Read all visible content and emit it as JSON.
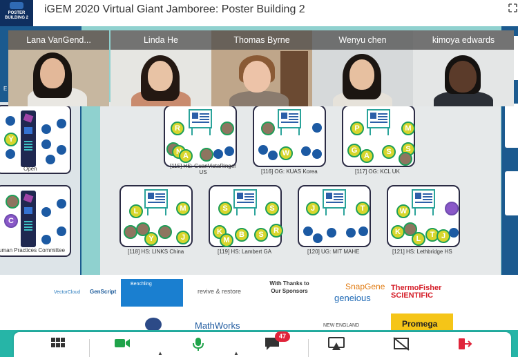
{
  "header": {
    "logo_text": "POSTER BUILDING 2",
    "title": "iGEM 2020 Virtual Giant Jamboree: Poster Building 2"
  },
  "participants": [
    {
      "name": "Lana VanGend..."
    },
    {
      "name": "Linda He"
    },
    {
      "name": "Thomas Byrne"
    },
    {
      "name": "Wenyu chen"
    },
    {
      "name": "kimoya edwards"
    }
  ],
  "left_panels": [
    {
      "label": "Open",
      "avatars": [
        "Y"
      ]
    },
    {
      "label": "uman Practices Committee",
      "avatars": [
        "C"
      ]
    }
  ],
  "left_partial_label": "E",
  "tables": [
    {
      "label": "[115] HS: GuanVistaRinger\nUS",
      "avatars": [
        "R",
        "N",
        "A"
      ]
    },
    {
      "label": "[116] OG: KUAS Korea",
      "avatars": [
        "W"
      ]
    },
    {
      "label": "[117] OG: KCL UK",
      "avatars": [
        "P",
        "M",
        "G",
        "A",
        "S",
        "S"
      ]
    },
    {
      "label": "[118] HS: LINKS China",
      "avatars": [
        "L",
        "M",
        "Y",
        "J"
      ]
    },
    {
      "label": "[119] HS: Lambert GA",
      "avatars": [
        "S",
        "S",
        "K",
        "M",
        "B",
        "S",
        "R"
      ]
    },
    {
      "label": "[120] UG: MIT MAHE",
      "avatars": [
        "J",
        "T"
      ]
    },
    {
      "label": "[121] HS: Lethbridge HS",
      "avatars": [
        "W",
        "K",
        "L",
        "T",
        "J"
      ]
    }
  ],
  "sponsors": {
    "vectorcloud": "VectorCloud",
    "genscript": "GenScript",
    "benchling": "Benchling",
    "revive": "revive & restore",
    "thanks": "With Thanks to Our Sponsors",
    "snapgene": "SnapGene",
    "geneious": "geneious",
    "thermo": "ThermoFisher SCIENTIFIC",
    "mathworks": "MathWorks",
    "neb": "NEW ENGLAND",
    "promega": "Promega"
  },
  "toolbar": {
    "chat_badge": "47"
  },
  "colors": {
    "stage_blue": "#1b5a8f",
    "teal": "#8fd1cf",
    "toolbar_teal": "#26b5a7",
    "badge_red": "#e0243a",
    "avatar_yellow": "#d7d62d",
    "avatar_ring": "#1e9e58"
  }
}
